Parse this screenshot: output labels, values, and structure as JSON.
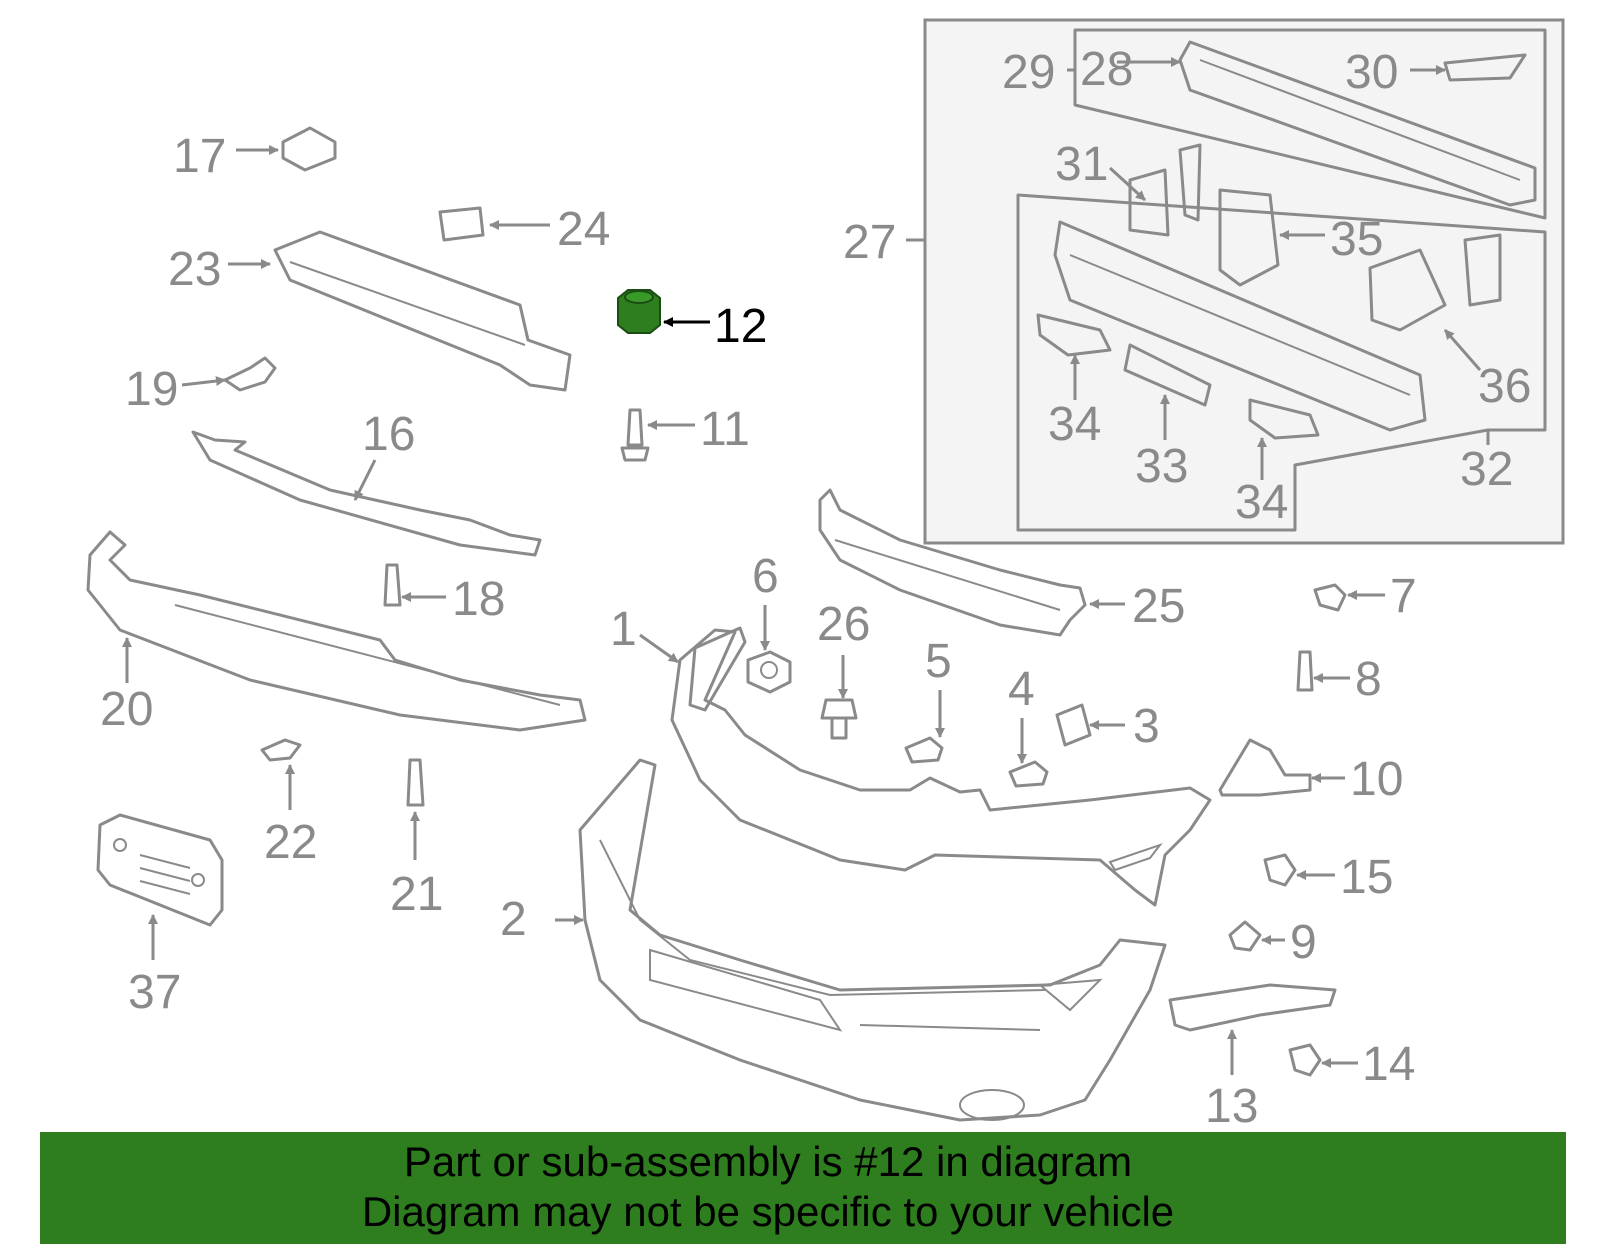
{
  "diagram": {
    "highlight_part": "12",
    "highlight_color": "#2e7d1f",
    "line_color": "#8a8a8a",
    "callouts": {
      "c1": "1",
      "c2": "2",
      "c3": "3",
      "c4": "4",
      "c5": "5",
      "c6": "6",
      "c7": "7",
      "c8": "8",
      "c9": "9",
      "c10": "10",
      "c11": "11",
      "c12": "12",
      "c13": "13",
      "c14": "14",
      "c15": "15",
      "c16": "16",
      "c17": "17",
      "c18": "18",
      "c19": "19",
      "c20": "20",
      "c21": "21",
      "c22": "22",
      "c23": "23",
      "c24": "24",
      "c25": "25",
      "c26": "26",
      "c27": "27",
      "c28": "28",
      "c29": "29",
      "c30": "30",
      "c31": "31",
      "c32": "32",
      "c33": "33",
      "c34a": "34",
      "c34b": "34",
      "c35": "35",
      "c36": "36",
      "c37": "37"
    }
  },
  "banner": {
    "line1": "Part or sub-assembly is #12 in diagram",
    "line2": "Diagram may not be specific to your vehicle",
    "background": "#2e7d1f"
  }
}
